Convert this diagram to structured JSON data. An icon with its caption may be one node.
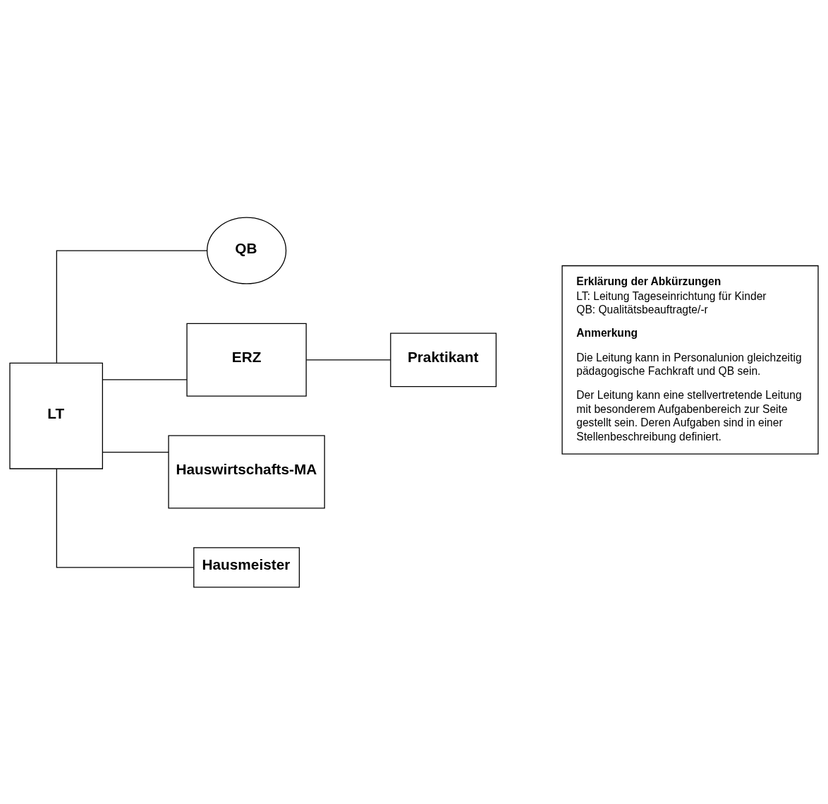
{
  "diagram": {
    "nodes": [
      {
        "text": [
          "LT"
        ]
      },
      {
        "text": [
          "QB"
        ]
      },
      {
        "text": [
          "ERZ"
        ]
      },
      {
        "text": [
          "Praktikant"
        ]
      },
      {
        "text": [
          "Hauswirtschafts-MA"
        ]
      },
      {
        "text": [
          "Hausmeister"
        ]
      },
      {
        "text": [
          "Erklärung der Abkürzungen",
          "LT: Leitung Tageseinrichtung für Kinder",
          "QB: Qualitätsbeauftragte/-r",
          "Anmerkung",
          "Die Leitung kann in Personalunion gleichzeitig pädagogische Fachkraft und QB sein.",
          "Der Leitung kann eine stellvertretende Leitung mit besonderem Aufgabenbereich zur Seite gestellt sein. Deren Aufgaben sind in einer Stellenbeschreibung definiert."
        ]
      }
    ],
    "edges": [
      {
        "from": 0,
        "to": 1,
        "arrow": "none"
      },
      {
        "from": 0,
        "to": 2,
        "arrow": "none"
      },
      {
        "from": 2,
        "to": 3,
        "arrow": "none"
      },
      {
        "from": 0,
        "to": 4,
        "arrow": "none"
      },
      {
        "from": 0,
        "to": 5,
        "arrow": "none"
      }
    ]
  }
}
